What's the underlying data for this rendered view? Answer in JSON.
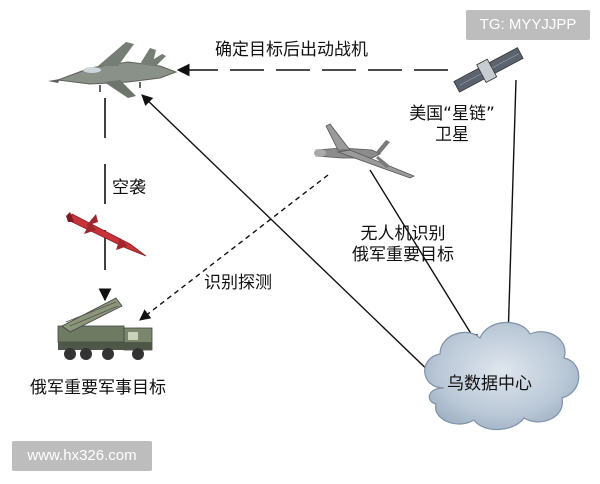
{
  "labels": {
    "top_edge": "确定目标后出动战机",
    "satellite_line1": "美国“星链”",
    "satellite_line2": "卫星",
    "air_strike": "空袭",
    "uav_line1": "无人机识别",
    "uav_line2": "俄军重要目标",
    "detect": "识别探测",
    "target": "俄军重要军事目标",
    "datacenter": "乌数据中心"
  },
  "watermarks": {
    "top_right": "TG: MYYJJPP",
    "bottom_left": "www.hx326.com"
  },
  "icons": {
    "fighter": "fighter-jet-icon",
    "satellite": "satellite-icon",
    "drone": "drone-icon",
    "missile": "missile-icon",
    "launcher": "missile-launcher-truck-icon",
    "cloud": "cloud-icon"
  },
  "colors": {
    "cloud_fill": "#b9c7d6",
    "missile_red": "#c8323a",
    "military_gray": "#8a9188",
    "line": "#111111"
  }
}
